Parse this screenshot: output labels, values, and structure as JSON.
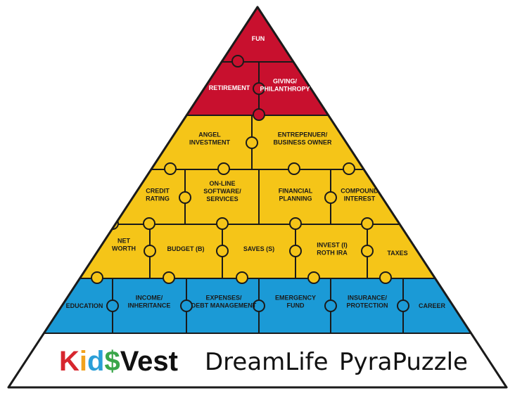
{
  "colors": {
    "red": "#c8102e",
    "yellow": "#f5c518",
    "blue": "#1b9ad6",
    "outline": "#1a1a1a",
    "white": "#ffffff"
  },
  "tiers": {
    "fun": {
      "lines": [
        "FUN"
      ]
    },
    "retirement": {
      "lines": [
        "RETIREMENT"
      ]
    },
    "giving": {
      "lines": [
        "GIVING/",
        "PHILANTHROPY"
      ]
    },
    "angel": {
      "lines": [
        "ANGEL",
        "INVESTMENT"
      ]
    },
    "entrepreneur": {
      "lines": [
        "ENTREPENUER/",
        "BUSINESS OWNER"
      ]
    },
    "credit": {
      "lines": [
        "CREDIT",
        "RATING"
      ]
    },
    "online": {
      "lines": [
        "ON-LINE",
        "SOFTWARE/",
        "SERVICES"
      ]
    },
    "financial_planning": {
      "lines": [
        "FINANCIAL",
        "PLANNING"
      ]
    },
    "compound": {
      "lines": [
        "COMPOUND",
        "INTEREST"
      ]
    },
    "net_worth": {
      "lines": [
        "NET",
        "WORTH"
      ]
    },
    "budget": {
      "lines": [
        "BUDGET (B)"
      ]
    },
    "saves": {
      "lines": [
        "SAVES (S)"
      ]
    },
    "invest": {
      "lines": [
        "INVEST (I)",
        "ROTH IRA"
      ]
    },
    "taxes": {
      "lines": [
        "TAXES"
      ]
    },
    "education": {
      "lines": [
        "EDUCATION"
      ]
    },
    "income": {
      "lines": [
        "INCOME/",
        "INHERITANCE"
      ]
    },
    "expenses": {
      "lines": [
        "EXPENSES/",
        "DEBT MANAGEMENT"
      ]
    },
    "emergency": {
      "lines": [
        "EMERGENCY",
        "FUND"
      ]
    },
    "insurance": {
      "lines": [
        "INSURANCE/",
        "PROTECTION"
      ]
    },
    "career": {
      "lines": [
        "CAREER"
      ]
    }
  },
  "brand": {
    "kids_letters": [
      {
        "ch": "K",
        "color": "#d7262e"
      },
      {
        "ch": "i",
        "color": "#f2a21c"
      },
      {
        "ch": "d",
        "color": "#2a9fd8"
      },
      {
        "ch": "$",
        "color": "#3aa64a"
      }
    ],
    "vest": "Vest",
    "dreamlife": "DreamLife",
    "pyrapuzzle": "PyraPuzzle"
  }
}
